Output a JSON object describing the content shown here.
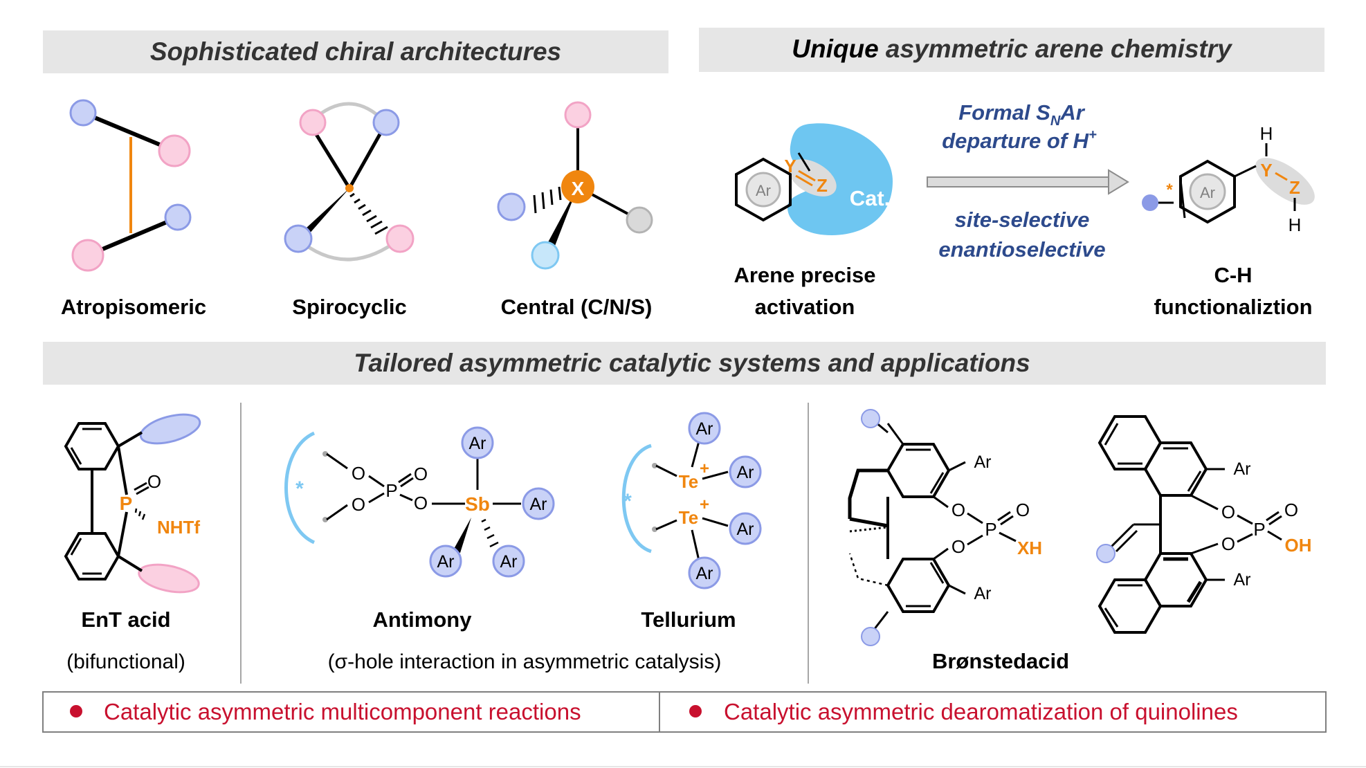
{
  "headers": {
    "chiral": "Sophisticated chiral architectures",
    "arene_bold": "Unique",
    "arene_rest": " asymmetric arene chemistry",
    "catalytic": "Tailored asymmetric catalytic systems and applications"
  },
  "chiral_labels": {
    "atropisomeric": "Atropisomeric",
    "spirocyclic": "Spirocyclic",
    "central": "Central (C/N/S)",
    "central_center": "X"
  },
  "arene": {
    "ring_label": "Ar",
    "y": "Y",
    "z": "Z",
    "cat": "Cat.",
    "formal_prefix": "Formal S",
    "formal_sub": "N",
    "formal_suffix": "Ar",
    "departure": "departure of H",
    "departure_sup": "+",
    "site": "site-selective",
    "enantio": "enantioselective",
    "left_label_1": "Arene precise",
    "left_label_2": "activation",
    "right_label_1": "C-H",
    "right_label_2": "functionaliztion",
    "h": "H",
    "star": "*"
  },
  "catalysts": {
    "ent_p": "P",
    "ent_o": "O",
    "ent_nhtf": "NHTf",
    "ent_title": "EnT acid",
    "ent_sub": "(bifunctional)",
    "star": "*",
    "o": "O",
    "p": "P",
    "sb": "Sb",
    "te": "Te",
    "plus": "+",
    "ar": "Ar",
    "antimony": "Antimony",
    "tellurium": "Tellurium",
    "sigma_hole": "(σ-hole interaction in asymmetric catalysis)",
    "xh": "XH",
    "oh": "OH",
    "bronsted": "Brønstedacid"
  },
  "applications": [
    "Catalytic asymmetric multicomponent reactions",
    "Catalytic asymmetric dearomatization of quinolines"
  ],
  "colors": {
    "orange": "#f0860f",
    "blue_fill": "#c9d2f7",
    "blue_stroke": "#8b9ae6",
    "pink_fill": "#fbd0e1",
    "pink_stroke": "#f2a3c5",
    "cyan": "#7ec8f2",
    "cat": "#6ec6f1",
    "navy": "#2d4a8c",
    "red": "#c8102e",
    "band": "#e6e6e6"
  }
}
